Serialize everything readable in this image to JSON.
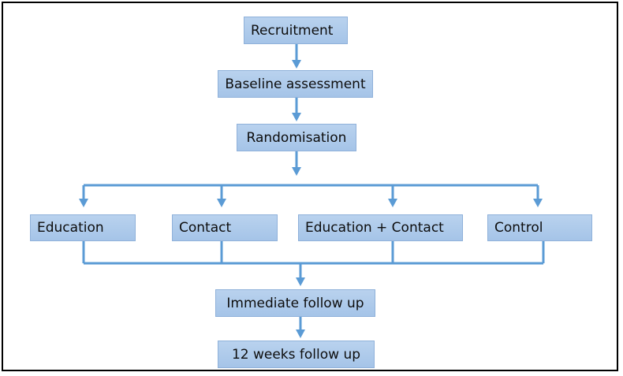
{
  "diagram": {
    "steps": {
      "recruitment": "Recruitment",
      "baseline": "Baseline assessment",
      "randomisation": "Randomisation",
      "immediate": "Immediate follow up",
      "twelve_weeks": "12 weeks follow up"
    },
    "arms": [
      {
        "label": "Education"
      },
      {
        "label": "Contact"
      },
      {
        "label": "Education + Contact"
      },
      {
        "label": "Control"
      }
    ],
    "colors": {
      "box_fill": "#a9c6ea",
      "box_border": "#8fb1da",
      "connector": "#5b9bd5",
      "frame": "#000000"
    }
  }
}
